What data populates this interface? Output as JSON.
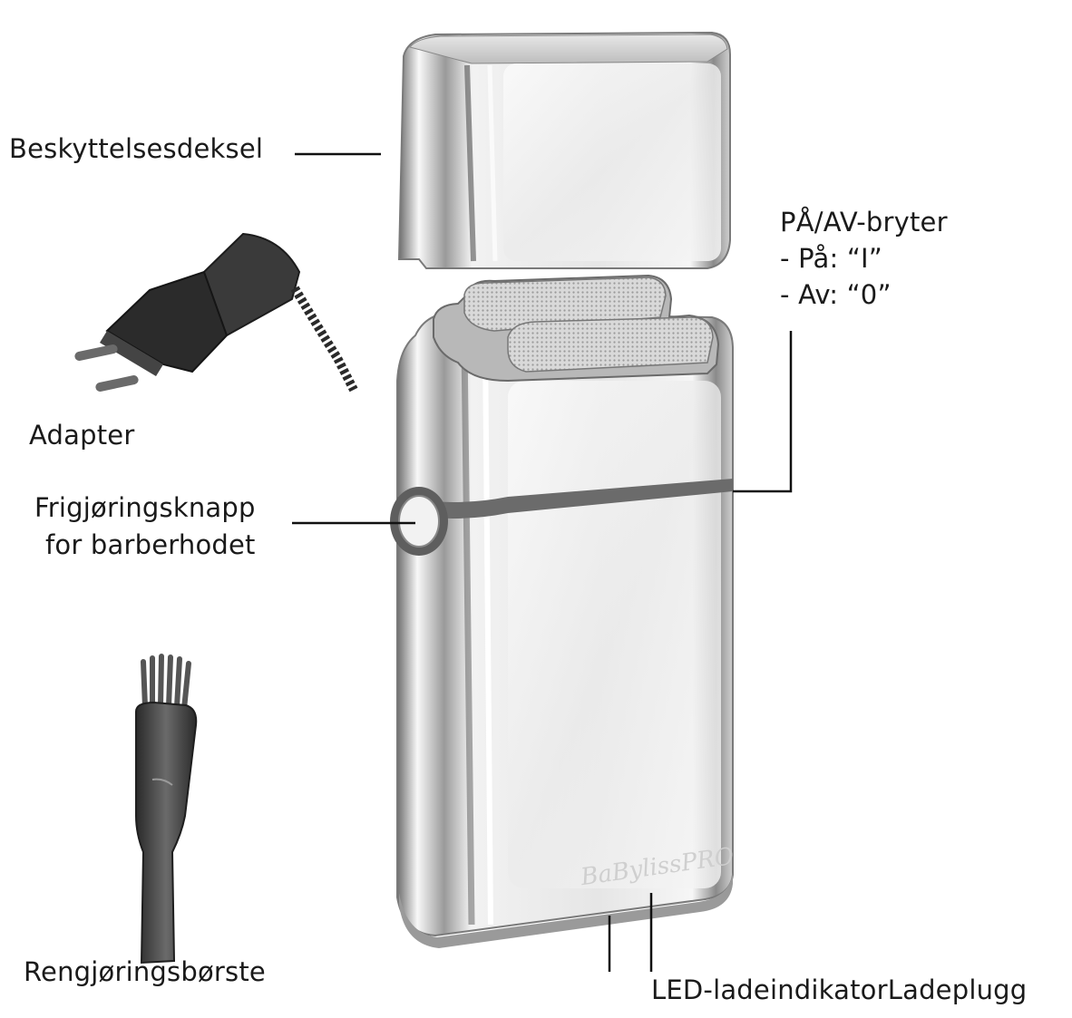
{
  "labels": {
    "cover": "Beskyttelsesdeksel",
    "adapter": "Adapter",
    "release_line1": "Frigjøringsknapp",
    "release_line2": "for barberhodet",
    "brush": "Rengjøringsbørste",
    "switch_title": "PÅ/AV-bryter",
    "switch_on": "- På: “I”",
    "switch_off": "- Av: “0”",
    "led": "LED-ladeindikator",
    "plug": "Ladeplugg"
  },
  "colors": {
    "chrome_light": "#f4f4f4",
    "chrome_mid": "#c9c9c9",
    "chrome_dark": "#5a5a5a",
    "band": "#6b6b6b",
    "adapter": "#2b2b2b",
    "brush": "#3a3a3a",
    "leader_line": "#111111"
  }
}
